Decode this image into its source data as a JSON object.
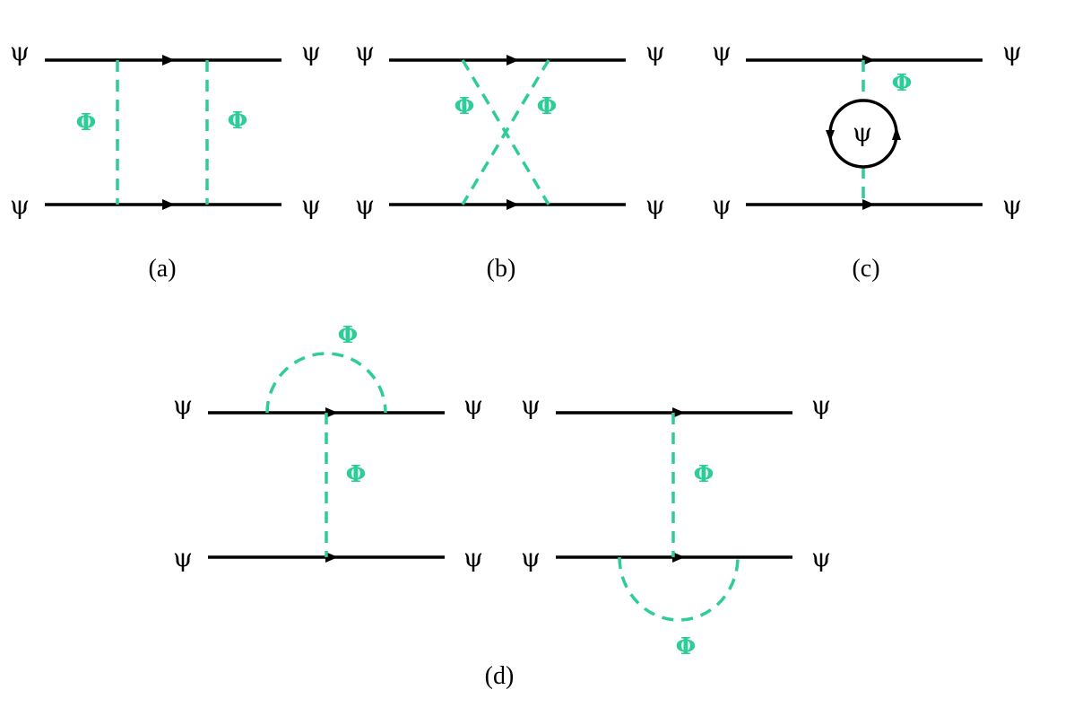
{
  "colors": {
    "fermion": "#000000",
    "scalar": "#2ECC99"
  },
  "symbols": {
    "fermion": "ψ",
    "scalar": "Φ"
  },
  "panels": {
    "a": {
      "caption": "(a)"
    },
    "b": {
      "caption": "(b)"
    },
    "c": {
      "caption": "(c)"
    },
    "d": {
      "caption": "(d)"
    }
  }
}
